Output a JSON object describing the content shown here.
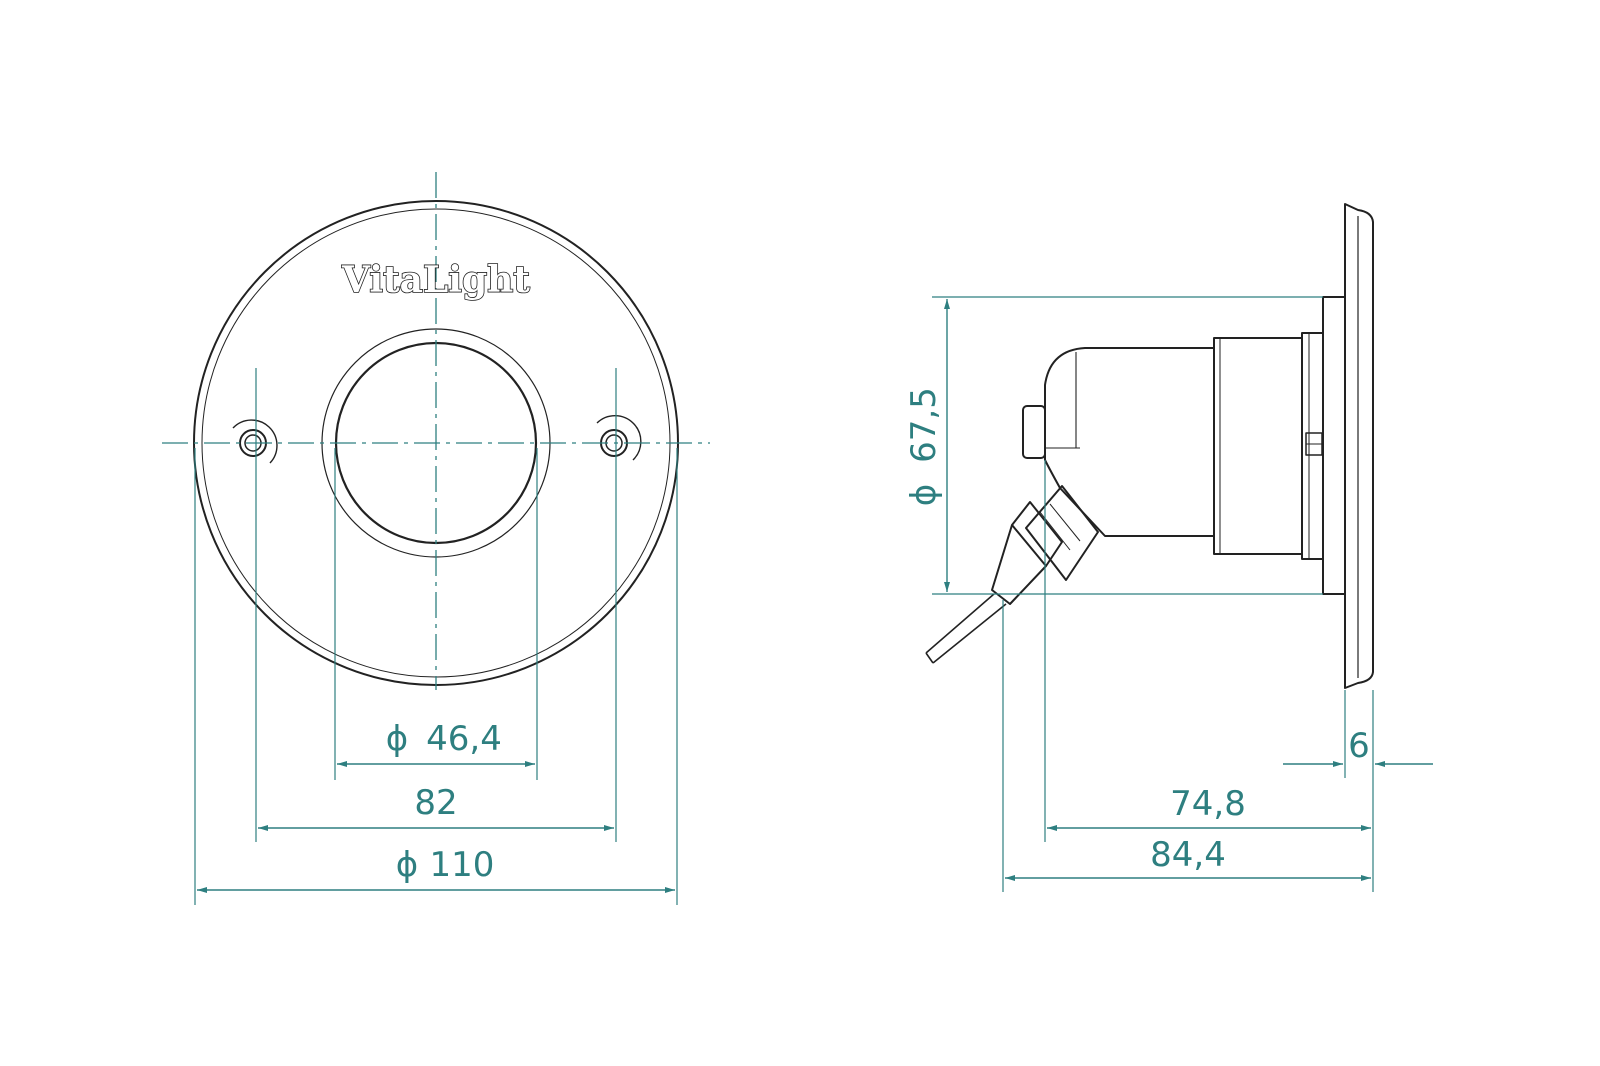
{
  "brand": {
    "logo_text": "VitaLight"
  },
  "colors": {
    "dimension": "#2e7f80",
    "outline": "#222222",
    "centerline": "#2e7f80"
  },
  "front_view": {
    "diameter_inner": {
      "symbol": "ϕ",
      "value": "46,4"
    },
    "hole_spacing": {
      "value": "82"
    },
    "diameter_outer": {
      "symbol": "ϕ",
      "value": "110"
    }
  },
  "side_view": {
    "diameter_body": {
      "symbol": "ϕ",
      "value": "67,5"
    },
    "flange_thickness": {
      "value": "6"
    },
    "length_body": {
      "value": "74,8"
    },
    "length_total": {
      "value": "84,4"
    }
  }
}
